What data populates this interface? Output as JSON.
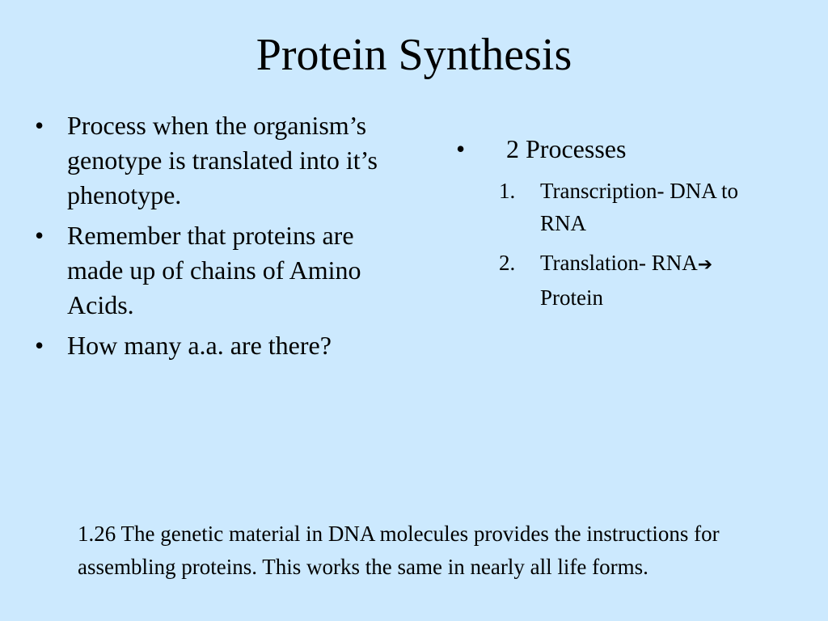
{
  "slide": {
    "title": "Protein Synthesis",
    "left_bullets": [
      {
        "marker": "•",
        "text": "Process when the organism’s genotype is translated into it’s phenotype."
      },
      {
        "marker": "•",
        "text": "Remember that proteins are made up of chains of Amino Acids."
      },
      {
        "marker": "•",
        "text": "How many a.a. are there?"
      }
    ],
    "right": {
      "marker": "•",
      "heading": "2 Processes",
      "items": [
        {
          "number": "1.",
          "text": "Transcription- DNA to RNA",
          "arrow": ""
        },
        {
          "number": "2.",
          "text": "Translation- RNA",
          "arrow": "➔",
          "after_arrow": " Protein"
        }
      ]
    },
    "footnote": "1.26  The genetic material in DNA molecules provides the instructions for assembling proteins.  This works the same in nearly all life forms."
  }
}
